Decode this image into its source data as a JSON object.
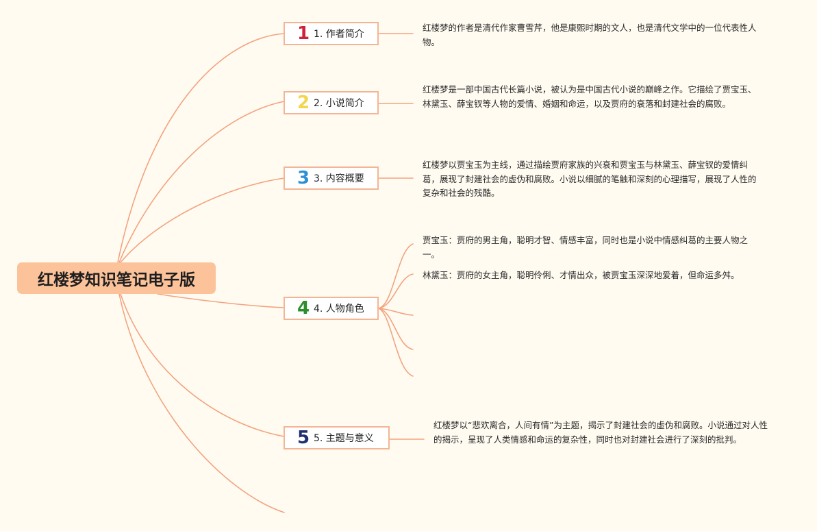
{
  "title": "红楼梦知识笔记电子版",
  "colors": {
    "background": "#fffbf1",
    "root_fill": "#fcc29a",
    "branch_line": "#f3a37e",
    "topic_border": "#f4b594"
  },
  "topics": [
    {
      "number": "1",
      "number_color": "#d0203a",
      "label": "1. 作者简介",
      "descriptions": [
        "红楼梦的作者是清代作家曹雪芹，他是康熙时期的文人，也是清代文学中的一位代表性人物。"
      ]
    },
    {
      "number": "2",
      "number_color": "#f3d54e",
      "label": "2. 小说简介",
      "descriptions": [
        "红楼梦是一部中国古代长篇小说，被认为是中国古代小说的巅峰之作。它描绘了贾宝玉、林黛玉、薛宝钗等人物的爱情、婚姻和命运，以及贾府的衰落和封建社会的腐败。"
      ]
    },
    {
      "number": "3",
      "number_color": "#2e8fd6",
      "label": "3. 内容概要",
      "descriptions": [
        "红楼梦以贾宝玉为主线，通过描绘贾府家族的兴衰和贾宝玉与林黛玉、薛宝钗的爱情纠葛，展现了封建社会的虚伪和腐败。小说以细腻的笔触和深刻的心理描写，展现了人性的复杂和社会的残酷。"
      ]
    },
    {
      "number": "4",
      "number_color": "#2c8f2c",
      "label": "4. 人物角色",
      "descriptions": [
        "贾宝玉：贾府的男主角，聪明才智、情感丰富，同时也是小说中情感纠葛的主要人物之一。",
        "林黛玉：贾府的女主角，聪明伶俐、才情出众，被贾宝玉深深地爱着，但命运多舛。"
      ]
    },
    {
      "number": "5",
      "number_color": "#1f2f72",
      "label": "5. 主题与意义",
      "descriptions": [
        "红楼梦以“悲欢离合，人间有情”为主题，揭示了封建社会的虚伪和腐败。小说通过对人性的揭示，呈现了人类情感和命运的复杂性，同时也对封建社会进行了深刻的批判。"
      ]
    }
  ]
}
